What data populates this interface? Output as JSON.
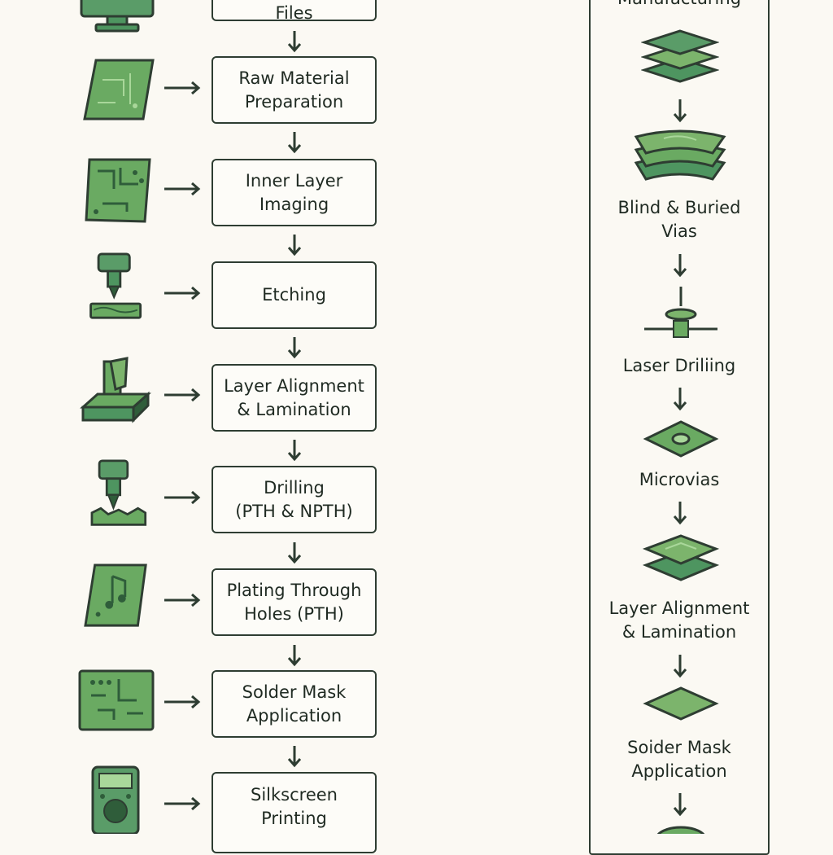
{
  "left_flow": [
    {
      "label": "Files",
      "icon": "monitor-icon"
    },
    {
      "label": "Raw Material\nPreparation",
      "icon": "raw-board-icon"
    },
    {
      "label": "Inner Layer\nImaging",
      "icon": "circuit-board-icon"
    },
    {
      "label": "Etching",
      "icon": "etching-tool-icon"
    },
    {
      "label": "Layer Alignment\n& Lamination",
      "icon": "lamination-press-icon"
    },
    {
      "label": "Drilling\n(PTH & NPTH)",
      "icon": "drill-bit-icon"
    },
    {
      "label": "Plating Through\nHoles (PTH)",
      "icon": "plated-board-icon"
    },
    {
      "label": "Solder Mask\nApplication",
      "icon": "masked-board-icon"
    },
    {
      "label": "Silkscreen\nPrinting",
      "icon": "multimeter-icon"
    }
  ],
  "right_flow": {
    "title": "Manufacturing",
    "steps": [
      {
        "label": "",
        "icon": "layer-stack-icon"
      },
      {
        "label": "Blind & Buried\nVias",
        "icon": "stacked-layers-icon"
      },
      {
        "label": "Laser Driliing",
        "icon": "laser-drill-icon"
      },
      {
        "label": "Microvias",
        "icon": "microvia-icon"
      },
      {
        "label": "Layer Alignment\n& Lamination",
        "icon": "aligned-layers-icon"
      },
      {
        "label": "Soider Mask\nApplication",
        "icon": "solder-mask-sheet-icon"
      }
    ]
  },
  "colors": {
    "green_light": "#7cb46c",
    "green_mid": "#4e9560",
    "green_dark": "#2f5d3a",
    "outline": "#2e3d32",
    "background": "#fbf9f3"
  }
}
